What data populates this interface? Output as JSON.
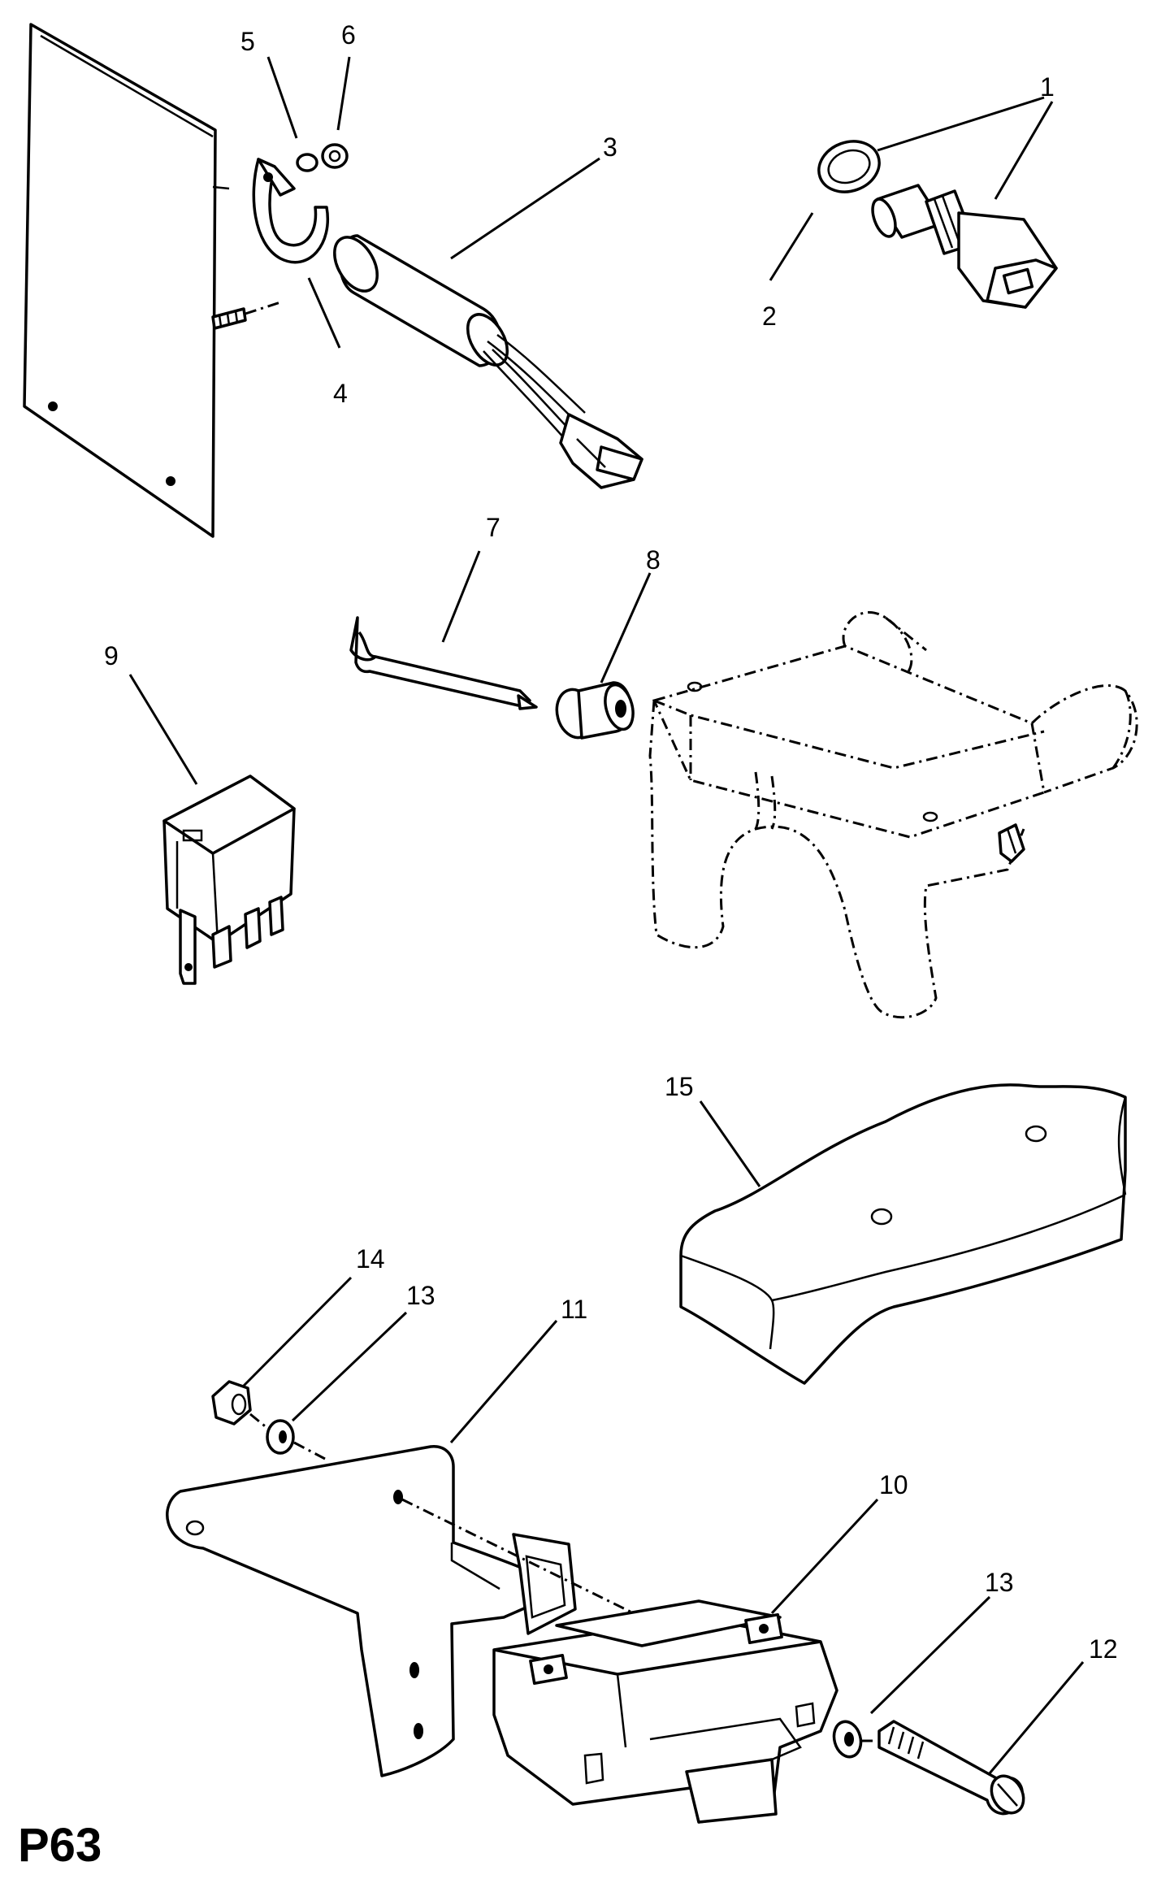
{
  "diagram": {
    "page_code": "P63",
    "callouts": [
      {
        "id": "c1",
        "label": "1"
      },
      {
        "id": "c2",
        "label": "2"
      },
      {
        "id": "c3",
        "label": "3"
      },
      {
        "id": "c4",
        "label": "4"
      },
      {
        "id": "c5",
        "label": "5"
      },
      {
        "id": "c6",
        "label": "6"
      },
      {
        "id": "c7",
        "label": "7"
      },
      {
        "id": "c8",
        "label": "8"
      },
      {
        "id": "c9",
        "label": "9"
      },
      {
        "id": "c10",
        "label": "10"
      },
      {
        "id": "c11",
        "label": "11"
      },
      {
        "id": "c12",
        "label": "12"
      },
      {
        "id": "c13a",
        "label": "13"
      },
      {
        "id": "c13b",
        "label": "13"
      },
      {
        "id": "c14",
        "label": "14"
      },
      {
        "id": "c15",
        "label": "15"
      }
    ]
  }
}
